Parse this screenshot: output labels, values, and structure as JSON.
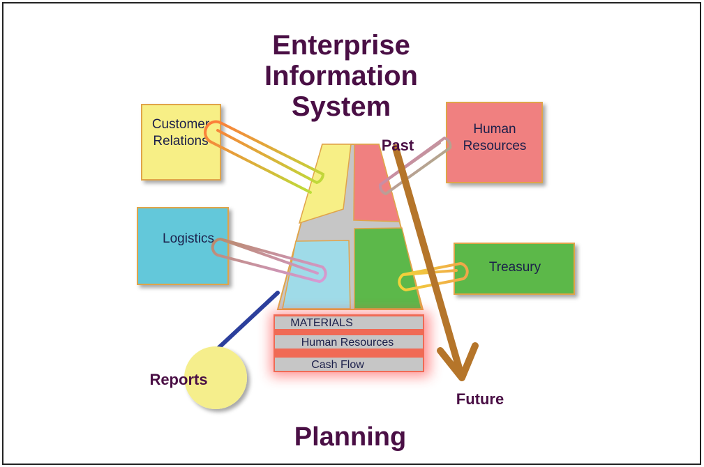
{
  "title": {
    "line1": "Enterprise",
    "line2": "Information",
    "line3": "System"
  },
  "boxes": {
    "customer_relations": {
      "line1": "Customer",
      "line2": "Relations",
      "color": "#f7ef86"
    },
    "human_resources": {
      "line1": "Human",
      "line2": "Resources",
      "color": "#f08080"
    },
    "logistics": {
      "label": "Logistics",
      "color": "#63c8da"
    },
    "treasury": {
      "label": "Treasury",
      "color": "#5cb84a"
    }
  },
  "bands": {
    "materials": "MATERIALS",
    "human_resources": "Human Resources",
    "cash_flow": "Cash Flow"
  },
  "labels": {
    "past": "Past",
    "future": "Future",
    "reports": "Reports",
    "planning": "Planning"
  },
  "colors": {
    "title": "#4a0f45",
    "arrow": "#b5752a",
    "reports_line": "#2c3f9c",
    "reports_circle": "#f5ee8c",
    "band_glow": "#ff3b3b"
  }
}
